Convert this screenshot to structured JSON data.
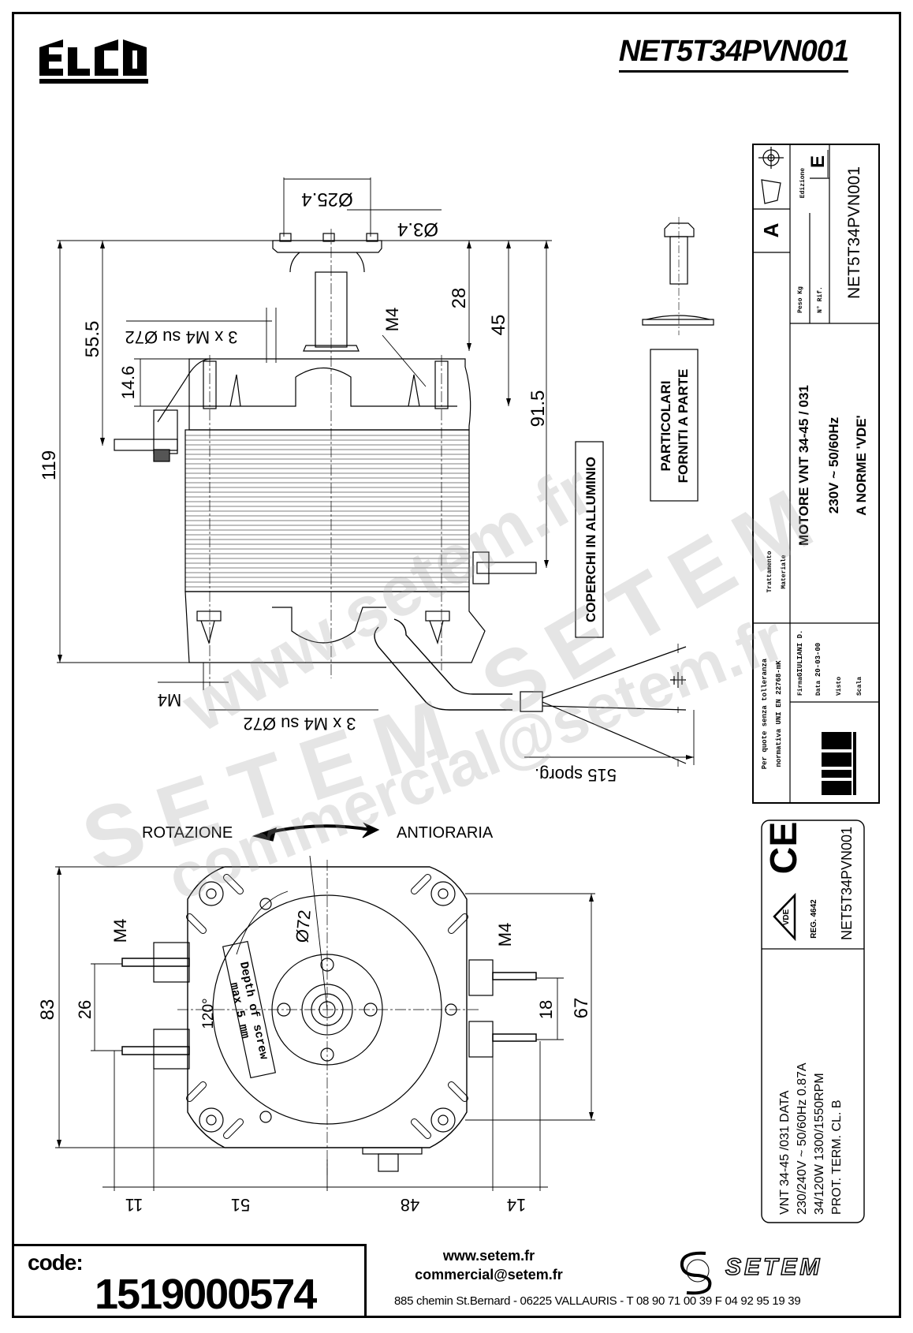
{
  "header": {
    "brand": "ELCO",
    "model_code": "NET5T34PVN001"
  },
  "side_view": {
    "dims": {
      "shaft_flange_dia": "Ø25.4",
      "flange_hole_dia": "Ø3.4",
      "overall_height": "119",
      "bolt_height": "55.5",
      "boss_height": "14.6",
      "hub_28": "28",
      "hub_45": "45",
      "to_bolt_91_5": "91.5",
      "top_bolts": "3 x M4 su Ø72",
      "bottom_bolts": "3 x M4 su Ø72",
      "thread_top": "M4",
      "thread_bottom": "M4",
      "cable_length": "515 sporg."
    },
    "notes": {
      "covers": "COPERCHI IN ALLUMINIO",
      "parts_line1": "PARTICOLARI",
      "parts_line2": "FORNITI A PARTE"
    }
  },
  "front_view": {
    "rotation_left": "ROTAZIONE",
    "rotation_right": "ANTIORARIA",
    "dims": {
      "pcd": "Ø72",
      "square_left": "83",
      "square_right": "67",
      "stud_spacing_left": "26",
      "stud_spacing_right": "18",
      "angle": "120°",
      "thread_left": "M4",
      "thread_right": "M4",
      "bottom_11": "11",
      "bottom_51": "51",
      "bottom_48": "48",
      "bottom_14": "14"
    },
    "depth_note_line1": "Depth of screw",
    "depth_note_line2": "max 5 mm"
  },
  "title_block": {
    "projection": "A",
    "edition_label": "Edizione",
    "edition": "E",
    "weight_label": "Peso Kg",
    "ref_label": "N° Rif.",
    "drawing_no": "NET5T34PVN001",
    "treatment_label": "Trattamento",
    "material_label": "Materiale",
    "desc_line1": "MOTORE  VNT 34-45 / 031",
    "desc_line2": "230V  ~  50/60Hz",
    "desc_line3": "A  NORME  'VDE'",
    "tolerance_line1": "Per quote senza tolleranza",
    "tolerance_line2": "normativa UNI EN 22768-mK",
    "signed_label": "Firma",
    "signed_by": "GIULIANI D.",
    "date_label": "Data",
    "date": "20-03-00",
    "seen_label": "Visto",
    "scale_label": "Scala",
    "brand": "ELCO"
  },
  "label_plate": {
    "ce_mark": "CE",
    "vde_mark": "VDE",
    "vde_reg": "REG. 4642",
    "code": "NET5T34PVN001",
    "line1": "VNT 34-45  /031              DATA",
    "line2": "230/240V  ~  50/60Hz  0.87A",
    "line3": "34/120W   1300/1550RPM",
    "line4": "PROT. TERM.   CL. B"
  },
  "footer": {
    "code_label": "code:",
    "code_value": "1519000574",
    "website": "www.setem.fr",
    "email": "commercial@setem.fr",
    "address": "885 chemin St.Bernard  -  06225 VALLAURIS  -  T 08 90 71 00 39   F 04 92 95 19 39",
    "distributor": "SETEM"
  },
  "watermarks": {
    "w1": "www.setem.fr",
    "w2": "SETEM",
    "w3": "SETEM",
    "w4": "commercial@setem.fr"
  },
  "colors": {
    "ink": "#000000",
    "paper": "#ffffff",
    "watermark": "#a0a0a0"
  }
}
